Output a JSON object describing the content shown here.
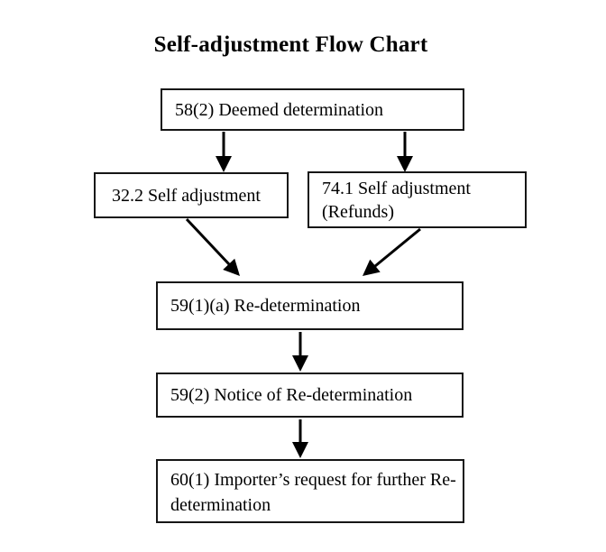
{
  "title": "Self-adjustment Flow Chart",
  "nodes": [
    {
      "id": "58-2",
      "label": "58(2) Deemed determination"
    },
    {
      "id": "32-2",
      "label": "32.2 Self adjustment"
    },
    {
      "id": "74-1",
      "label": "74.1 Self adjustment (Refunds)"
    },
    {
      "id": "59-1-a",
      "label": "59(1)(a) Re-determination"
    },
    {
      "id": "59-2",
      "label": "59(2) Notice of Re-determination"
    },
    {
      "id": "60-1",
      "label": "60(1) Importer’s request for further Re-determination"
    }
  ],
  "edges": [
    {
      "from": "58(2) Deemed determination",
      "to": "32.2 Self adjustment"
    },
    {
      "from": "58(2) Deemed determination",
      "to": "74.1 Self adjustment (Refunds)"
    },
    {
      "from": "32.2 Self adjustment",
      "to": "59(1)(a) Re-determination"
    },
    {
      "from": "74.1 Self adjustment (Refunds)",
      "to": "59(1)(a) Re-determination"
    },
    {
      "from": "59(1)(a) Re-determination",
      "to": "59(2) Notice of Re-determination"
    },
    {
      "from": "59(2) Notice of Re-determination",
      "to": "60(1) Importer’s request for further Re-determination"
    }
  ],
  "colors": {
    "background": "#ffffff",
    "box_border": "#161616",
    "text": "#000000",
    "arrow": "#000000"
  }
}
